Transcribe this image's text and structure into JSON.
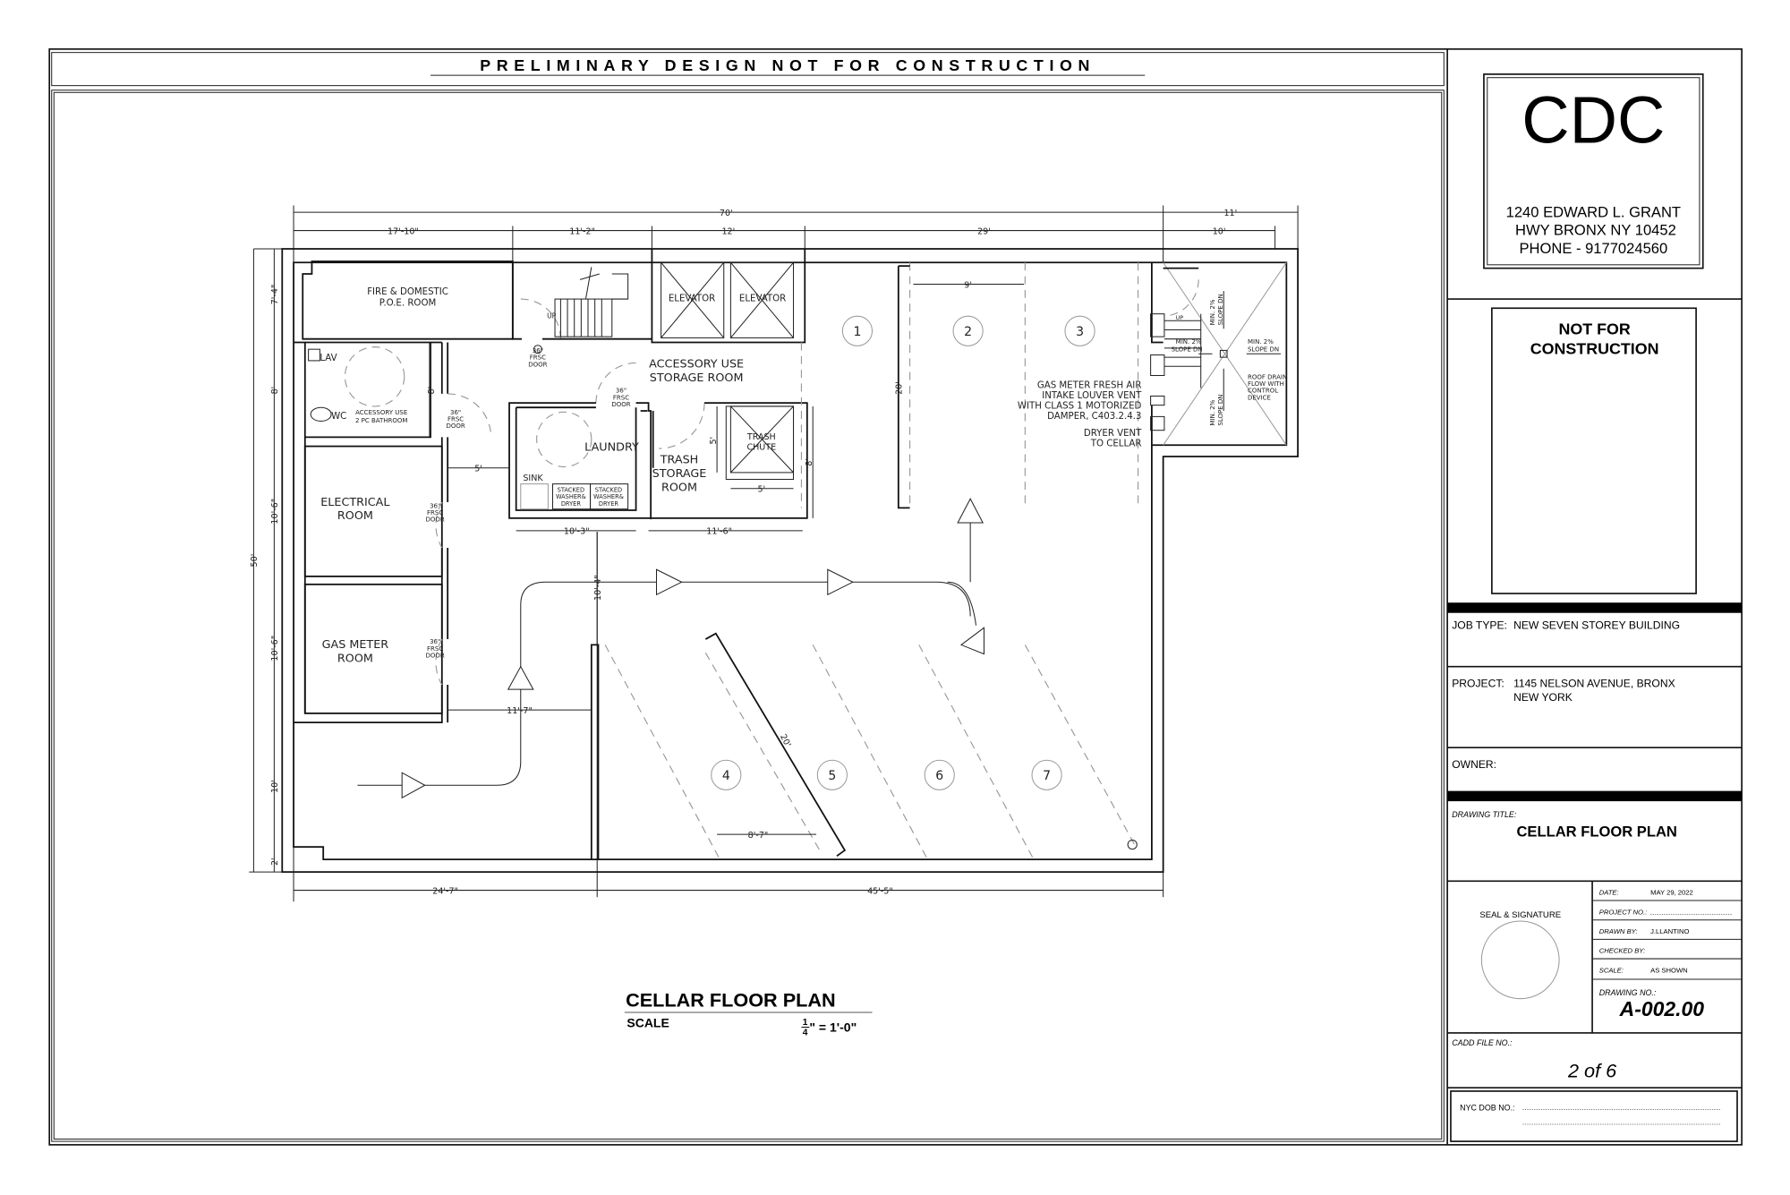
{
  "banner": "PRELIMINARY DESIGN NOT FOR CONSTRUCTION",
  "title_block": {
    "company": "CDC",
    "address": [
      "1240 EDWARD L. GRANT",
      "HWY BRONX NY 10452",
      "PHONE - 9177024560"
    ],
    "not_for_construction": [
      "NOT FOR",
      "CONSTRUCTION"
    ],
    "job_type_label": "JOB TYPE:",
    "job_type": "NEW SEVEN STOREY BUILDING",
    "project_label": "PROJECT:",
    "project": [
      "1145 NELSON AVENUE, BRONX",
      "NEW YORK"
    ],
    "owner_label": "OWNER:",
    "drawing_title_label": "DRAWING TITLE:",
    "drawing_title": "CELLAR FLOOR PLAN",
    "seal_label": "SEAL & SIGNATURE",
    "date_label": "DATE:",
    "date": "MAY 29, 2022",
    "project_no_label": "PROJECT NO.:",
    "drawn_by_label": "DRAWN BY:",
    "drawn_by": "J.LLANTINO",
    "checked_by_label": "CHECKED BY:",
    "scale_label": "SCALE:",
    "scale": "AS SHOWN",
    "drawing_no_label": "DRAWING NO.:",
    "drawing_no": "A-002.00",
    "cadd_label": "CADD FILE NO.:",
    "sheet": "2 of 6",
    "nyc_dob_label": "NYC DOB NO.:"
  },
  "plan": {
    "rooms": {
      "fire": [
        "FIRE & DOMESTIC",
        "P.O.E. ROOM"
      ],
      "bath": [
        "ACCESSORY USE",
        "2 PC BATHROOM"
      ],
      "lav": "LAV",
      "wc": "WC",
      "electrical": [
        "ELECTRICAL",
        "ROOM"
      ],
      "gas": [
        "GAS METER",
        "ROOM"
      ],
      "elevator": "ELEVATOR",
      "storage": [
        "ACCESSORY USE",
        "STORAGE ROOM"
      ],
      "laundry": "LAUNDRY",
      "sink": "SINK",
      "washer": [
        "STACKED",
        "WASHER&",
        "DRYER"
      ],
      "trash": [
        "TRASH",
        "STORAGE",
        "ROOM"
      ],
      "chute": [
        "TRASH",
        "CHUTE"
      ],
      "up": "UP"
    },
    "door": [
      "36\"",
      "FRSC",
      "DOOR"
    ],
    "dims": {
      "overall_w": "70'",
      "wing_w": "11'",
      "d1": "17'-10\"",
      "d2": "11'-2\"",
      "d3": "12'",
      "d4": "29'",
      "d5": "10'",
      "overall_h": "50'",
      "l1": "7'-4\"",
      "l2": "8'",
      "l3": "10'-6\"",
      "l4": "10'-6\"",
      "l5": "10'",
      "l6": "2'",
      "bath_h": "8'",
      "corr": "5'",
      "laundry_w": "10'-3\"",
      "trash_w": "11'-6\"",
      "chute_w": "5'",
      "chute_h": "5'",
      "trash_h": "8'",
      "aisle": "10'-4\"",
      "gas_corr": "11'-7\"",
      "stall_depth": "20'",
      "stall_w": "9'",
      "diag_depth": "20'",
      "diag_w": "8'-7\"",
      "b1": "24'-7\"",
      "b2": "45'-5\""
    },
    "spaces": [
      "1",
      "2",
      "3",
      "4",
      "5",
      "6",
      "7"
    ],
    "notes": {
      "louver": [
        "GAS METER FRESH AIR",
        "INTAKE LOUVER VENT",
        "WITH CLASS 1 MOTORIZED",
        "DAMPER, C403.2.4.3"
      ],
      "dryer": [
        "DRYER VENT",
        "TO CELLAR"
      ],
      "slope": [
        "MIN. 2%",
        "SLOPE DN"
      ],
      "drain": [
        "ROOF DRAIN",
        "FLOW WITH",
        "CONTROL",
        "DEVICE"
      ]
    }
  },
  "caption": {
    "title": "CELLAR FLOOR PLAN",
    "scale_label": "SCALE",
    "scale_num": "1",
    "scale_den": "4",
    "scale_rest": "\" = 1'-0\""
  }
}
